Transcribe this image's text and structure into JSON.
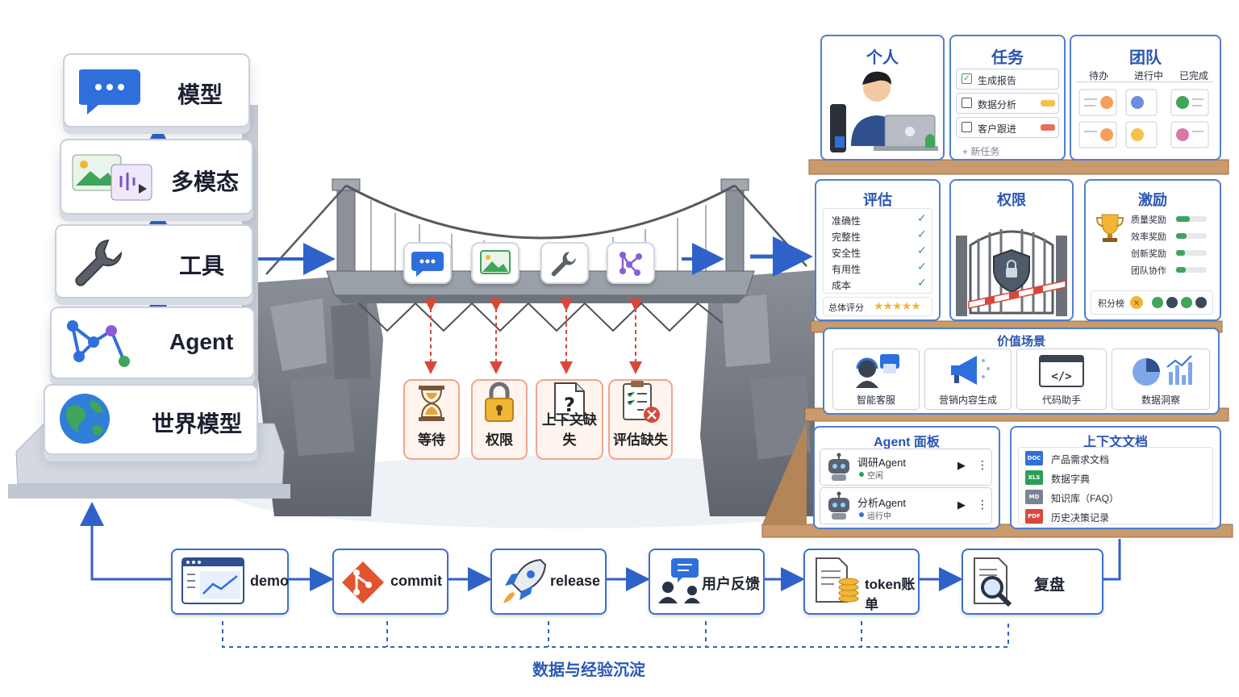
{
  "stack": {
    "layers": [
      {
        "label": "模型",
        "icon": "chat-bubble-icon"
      },
      {
        "label": "多模态",
        "icon": "image-audio-icon"
      },
      {
        "label": "工具",
        "icon": "wrench-icon"
      },
      {
        "label": "Agent",
        "icon": "agent-graph-icon"
      },
      {
        "label": "世界模型",
        "icon": "globe-icon"
      }
    ]
  },
  "obstacles": [
    {
      "label": "等待",
      "icon": "hourglass-icon"
    },
    {
      "label": "权限",
      "icon": "padlock-icon"
    },
    {
      "label": "上下文缺失",
      "icon": "question-doc-icon"
    },
    {
      "label": "评估缺失",
      "icon": "checklist-x-icon"
    }
  ],
  "personal": {
    "title": "个人"
  },
  "tasks": {
    "title": "任务",
    "items": [
      {
        "label": "生成报告",
        "done": true
      },
      {
        "label": "数据分析",
        "done": false
      },
      {
        "label": "客户跟进",
        "done": false
      }
    ],
    "new_label": "+ 新任务"
  },
  "team": {
    "title": "团队",
    "columns": [
      "待办",
      "进行中",
      "已完成"
    ]
  },
  "evaluation": {
    "title": "评估",
    "items": [
      "准确性",
      "完整性",
      "安全性",
      "有用性",
      "成本"
    ],
    "overall_label": "总体评分",
    "rating": 4.5
  },
  "permission": {
    "title": "权限"
  },
  "incentive": {
    "title": "激励",
    "items": [
      "质量奖励",
      "效率奖励",
      "创新奖励",
      "团队协作"
    ],
    "levels": [
      0.45,
      0.35,
      0.3,
      0.32
    ],
    "leaderboard_label": "积分榜"
  },
  "scenarios": {
    "title": "价值场景",
    "items": [
      {
        "label": "智能客服",
        "icon": "support-agent-icon"
      },
      {
        "label": "营销内容生成",
        "icon": "megaphone-icon"
      },
      {
        "label": "代码助手",
        "icon": "code-window-icon"
      },
      {
        "label": "数据洞察",
        "icon": "pie-chart-icon"
      }
    ]
  },
  "agent_panel": {
    "title": "Agent 面板",
    "agents": [
      {
        "name": "调研Agent",
        "status": "空闲",
        "status_color": "#2e9e57"
      },
      {
        "name": "分析Agent",
        "status": "运行中",
        "status_color": "#2f6fdb"
      }
    ]
  },
  "context_docs": {
    "title": "上下文文档",
    "docs": [
      {
        "label": "产品需求文档",
        "type": "DOC",
        "color": "#2f6fdb"
      },
      {
        "label": "数据字典",
        "type": "XLS",
        "color": "#2e9e57"
      },
      {
        "label": "知识库（FAQ）",
        "type": "MD",
        "color": "#7a8296"
      },
      {
        "label": "历史决策记录",
        "type": "PDF",
        "color": "#d9473b"
      }
    ]
  },
  "pipeline": {
    "steps": [
      "demo",
      "commit",
      "release",
      "用户反馈",
      "token账单",
      "复盘"
    ],
    "caption": "数据与经验沉淀"
  },
  "colors": {
    "accent": "#2f62c9",
    "danger": "#d9473b",
    "success": "#2e9e57"
  }
}
